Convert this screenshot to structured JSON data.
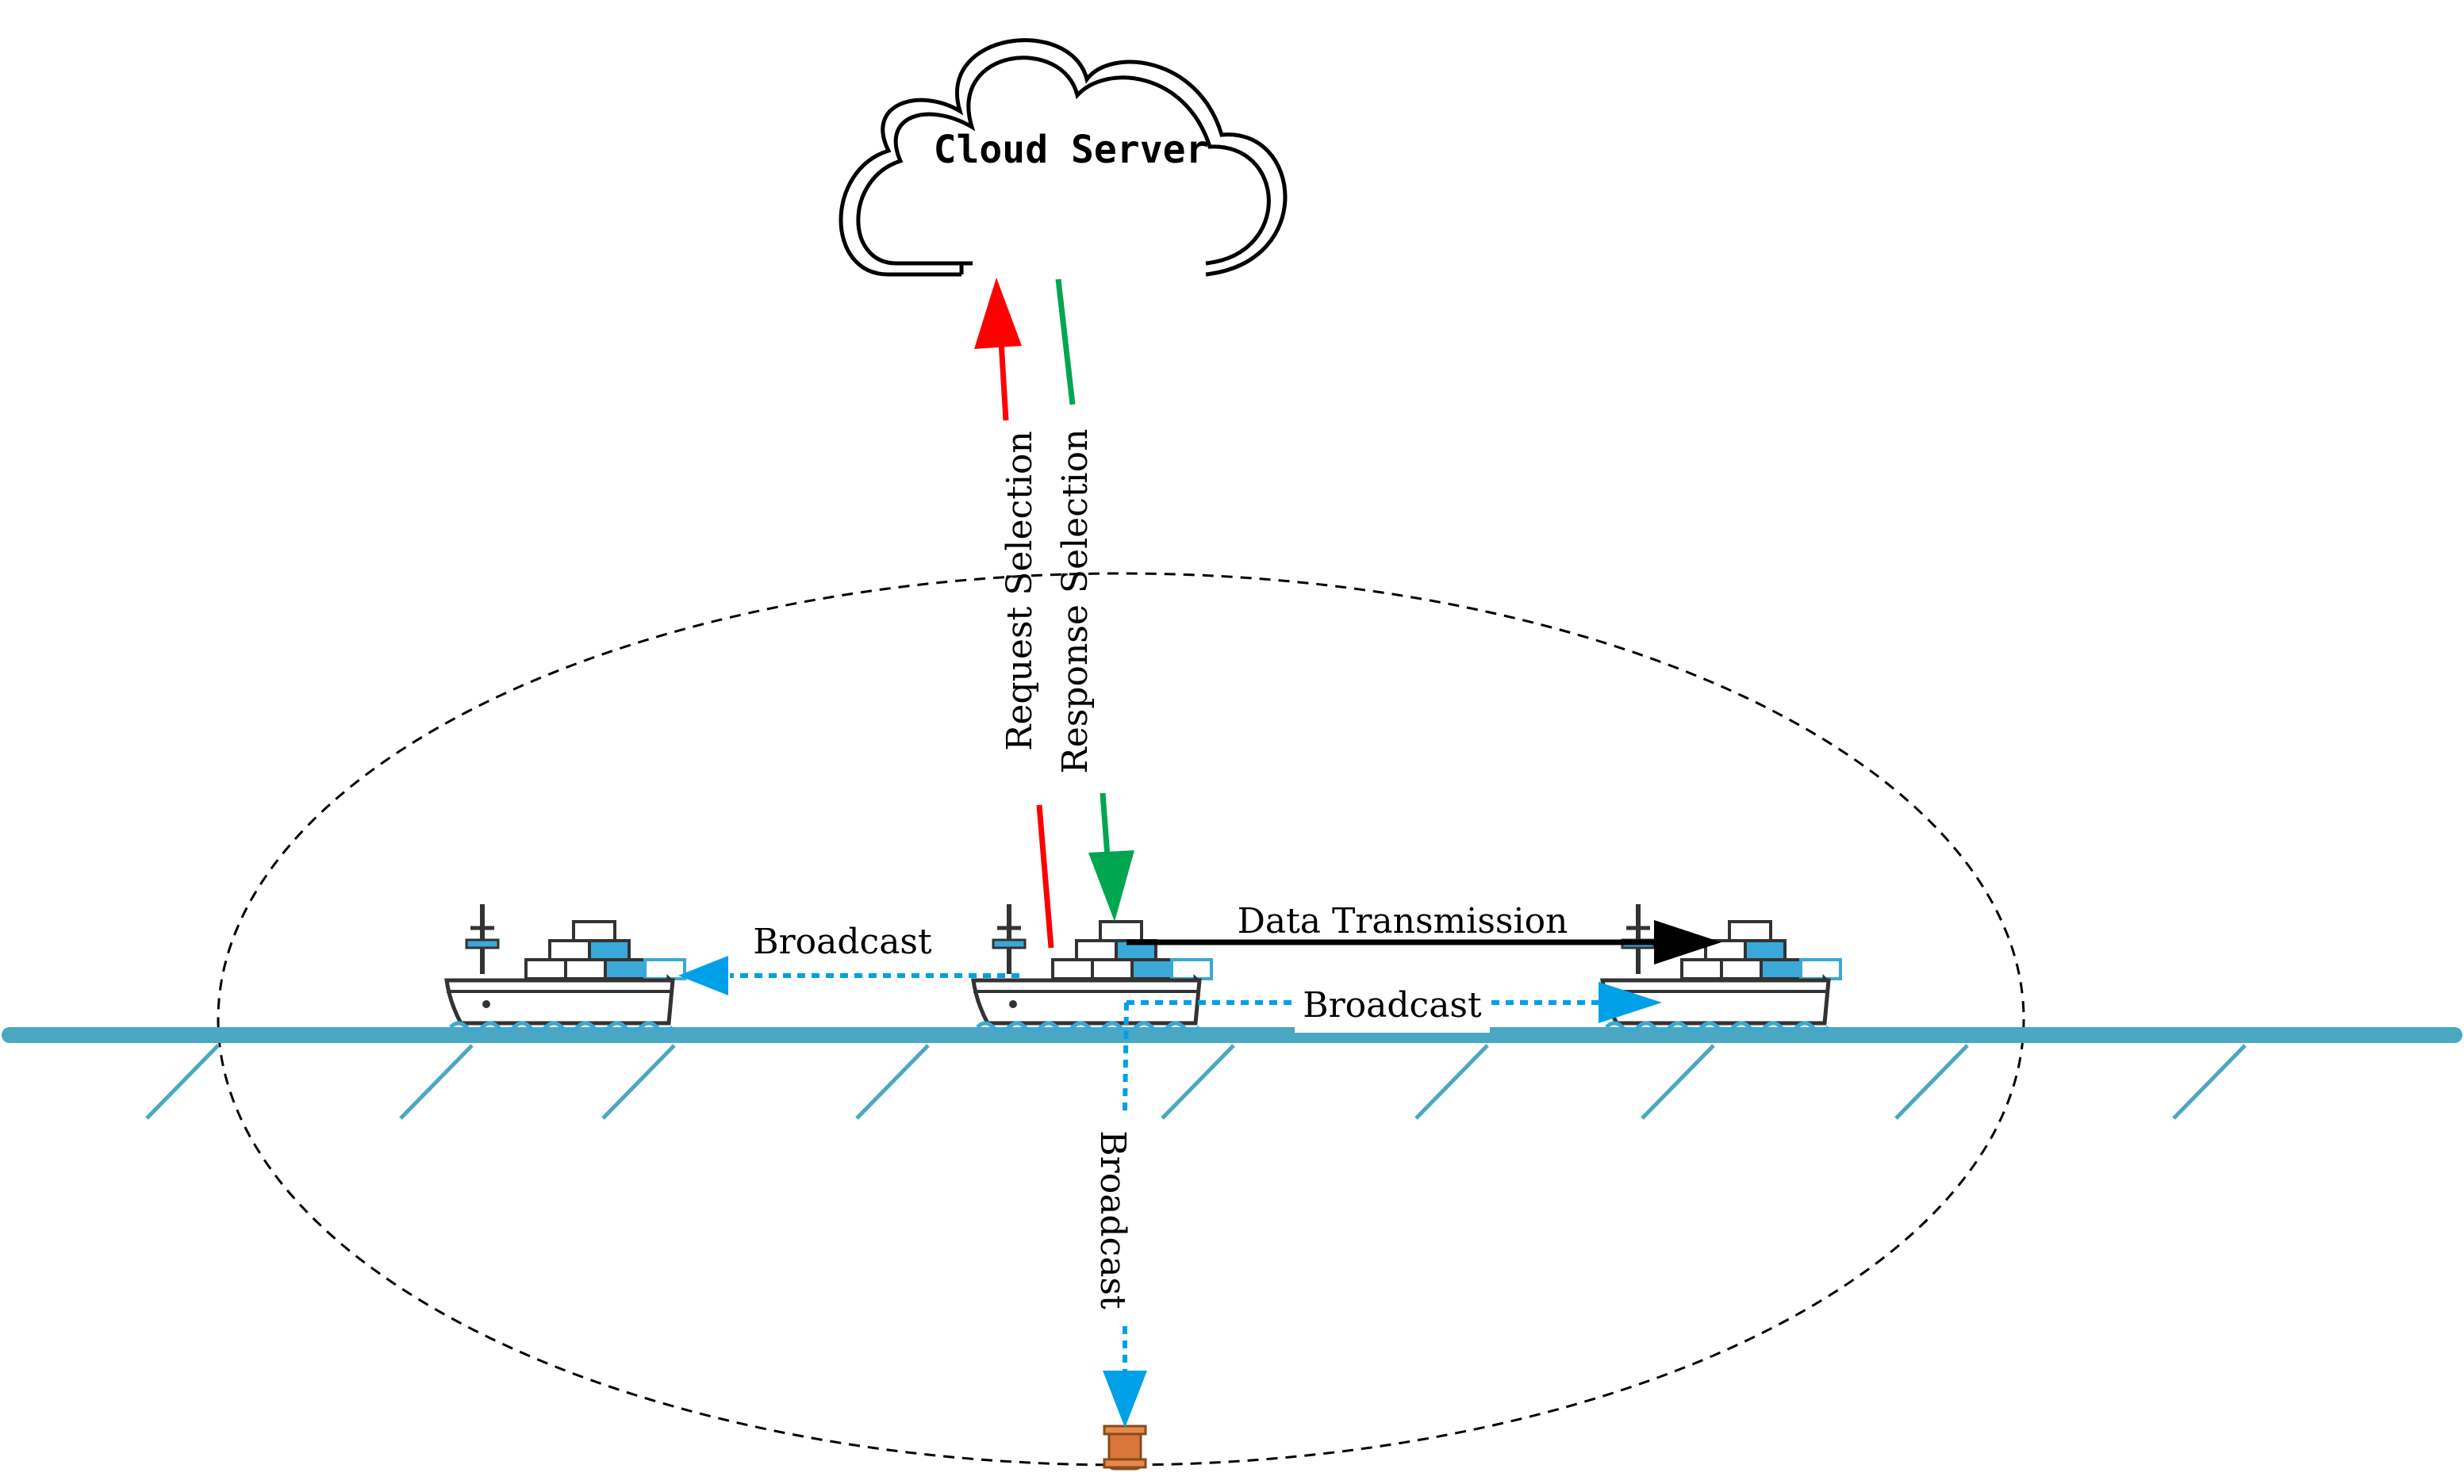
{
  "labels": {
    "cloud": "Cloud Server",
    "request": "Request Selection",
    "response": "Response Selection",
    "data_transmission": "Data Transmission",
    "broadcast_left": "Broadcast",
    "broadcast_right": "Broadcast",
    "broadcast_down": "Broadcast"
  },
  "colors": {
    "request": "#ff0000",
    "response": "#00a650",
    "broadcast": "#00a0e9",
    "data": "#000000",
    "water_line": "#4aa8c4"
  },
  "icons": [
    "cloud-icon",
    "ship-icon",
    "ship-icon",
    "ship-icon",
    "buoy-icon"
  ]
}
